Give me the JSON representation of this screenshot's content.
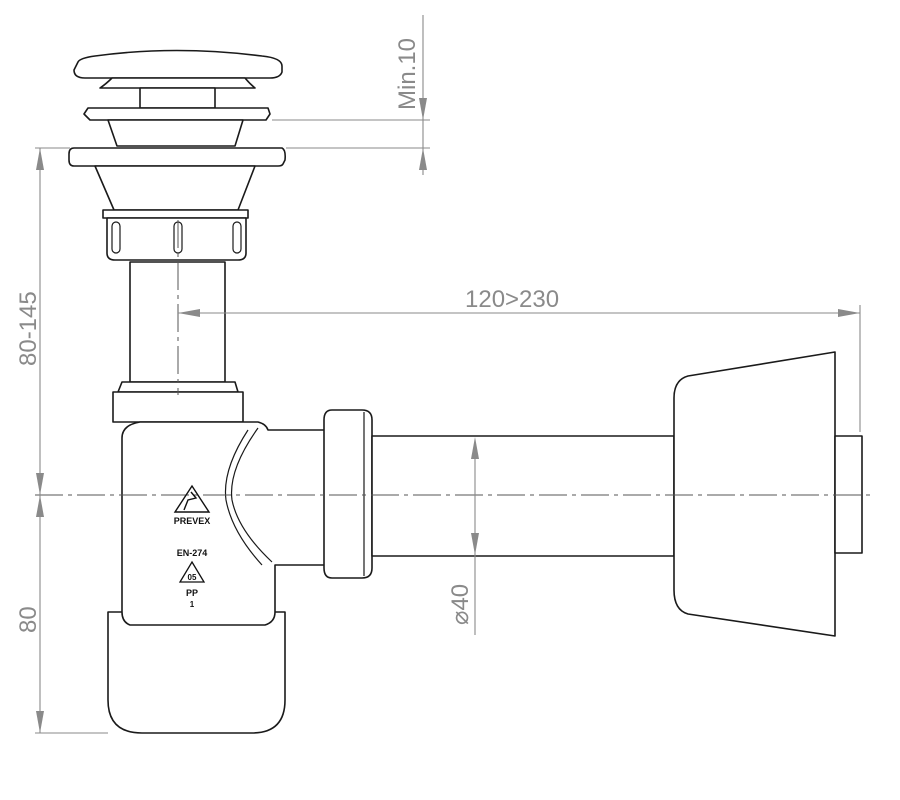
{
  "dimensions": {
    "min_gap": "Min.10",
    "height_range": "80-145",
    "length_range": "120>230",
    "bottom_height": "80",
    "diameter": "⌀40"
  },
  "markings": {
    "brand": "PREVEX",
    "standard": "EN-274",
    "recycle_code": "05",
    "material": "PP",
    "index": "1"
  }
}
